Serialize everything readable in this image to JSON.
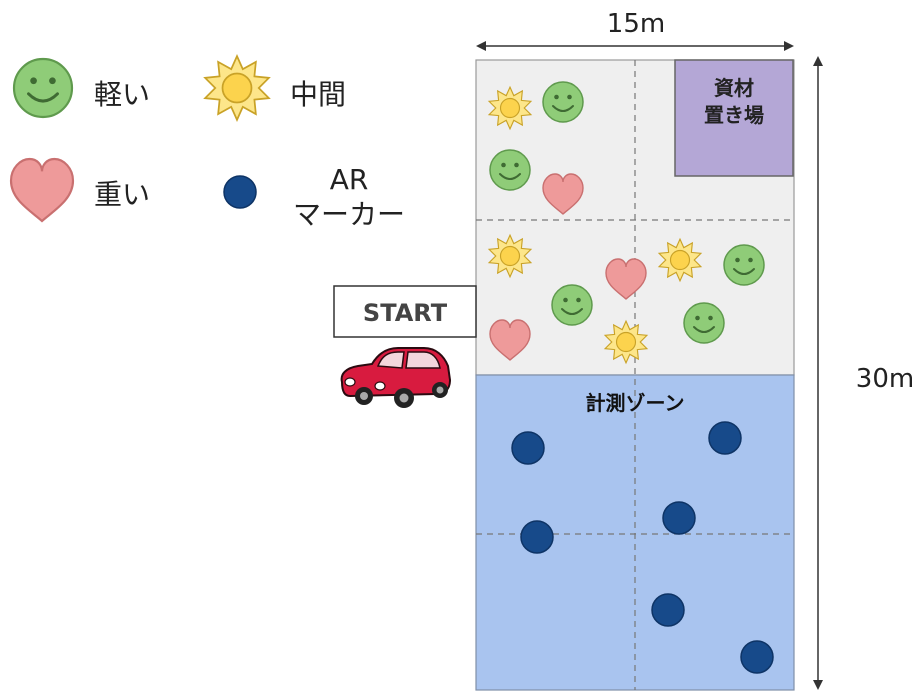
{
  "legend": {
    "light_label": "軽い",
    "medium_label": "中間",
    "heavy_label": "重い",
    "ar_marker_label_line1": "AR",
    "ar_marker_label_line2": "マーカー"
  },
  "dimensions": {
    "width_label": "15m",
    "height_label": "30m"
  },
  "field": {
    "material_area_line1": "資材",
    "material_area_line2": "置き場",
    "measurement_zone_label": "計測ゾーン",
    "start_label": "START"
  },
  "colors": {
    "light_green": "#8fcc78",
    "medium_yellow": "#fcd34d",
    "heavy_pink": "#ee9a9a",
    "marker_blue": "#174a8a",
    "upper_zone": "#efefef",
    "measurement_zone": "#a9c4ef",
    "material_area": "#b4a7d6",
    "car_red": "#d81b3f"
  },
  "icons": {
    "light": "smiley-face-icon",
    "medium": "sun-icon",
    "heavy": "heart-icon",
    "marker": "blue-dot-icon",
    "vehicle": "car-icon"
  }
}
